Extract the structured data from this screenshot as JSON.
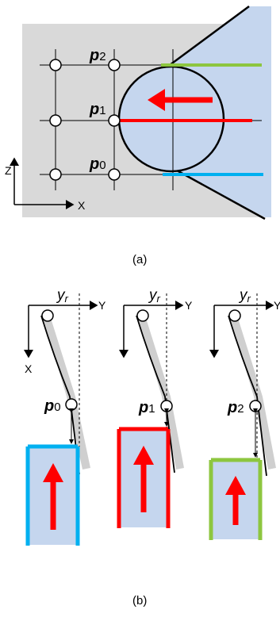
{
  "figure_a": {
    "caption": "(a)",
    "points": [
      {
        "label": "p",
        "sub": "2"
      },
      {
        "label": "p",
        "sub": "1"
      },
      {
        "label": "p",
        "sub": "0"
      }
    ],
    "axis_vertical": "Z",
    "axis_horizontal": "X",
    "colors": {
      "background": "#d9d9d9",
      "cone": "#c5d6ee",
      "green": "#8dc63f",
      "red": "#ff0000",
      "blue": "#00b0f0"
    }
  },
  "figure_b": {
    "caption": "(b)",
    "panels": [
      {
        "yr": "y",
        "yr_sub": "r",
        "axis_y": "Y",
        "axis_x": "X",
        "point": "p",
        "point_sub": "0",
        "color": "#00b0f0"
      },
      {
        "yr": "y",
        "yr_sub": "r",
        "axis_y": "Y",
        "point": "p",
        "point_sub": "1",
        "color": "#ff0000"
      },
      {
        "yr": "y",
        "yr_sub": "r",
        "axis_y": "Y",
        "point": "p",
        "point_sub": "2",
        "color": "#8dc63f"
      }
    ]
  }
}
